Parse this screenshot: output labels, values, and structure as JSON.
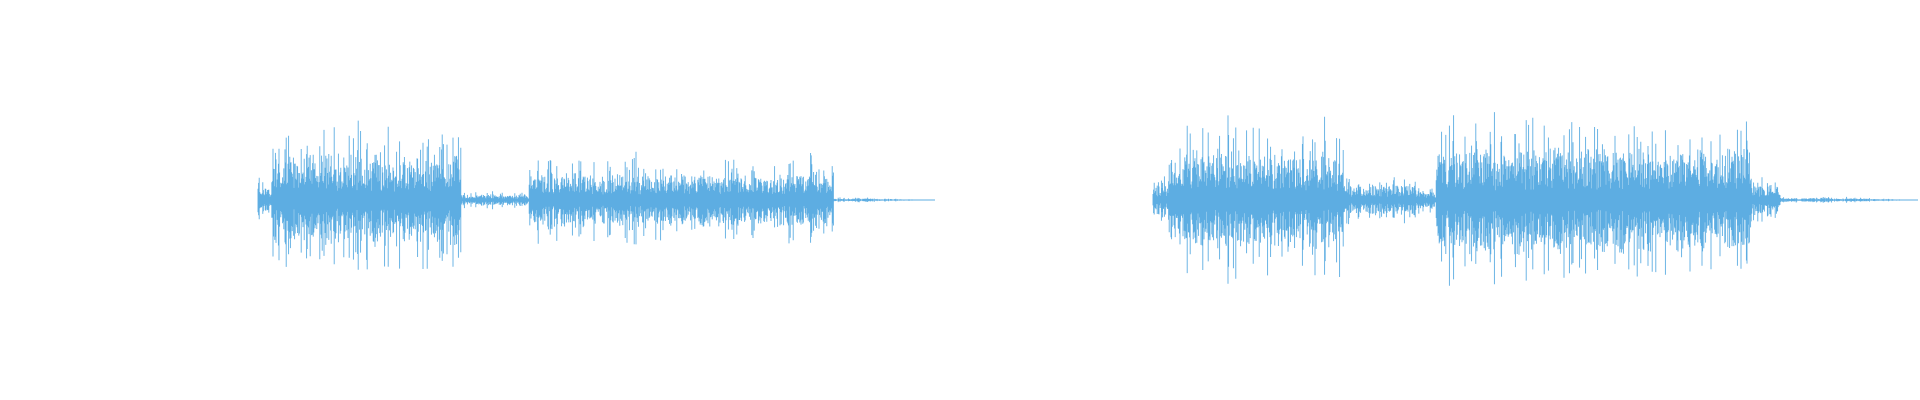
{
  "colors": {
    "background": "#ffffff",
    "waveform": "#5dade2"
  },
  "waveforms": [
    {
      "name": "waveform-left",
      "seed": 7,
      "duration_fraction": 0.58,
      "segments": [
        {
          "start": 0.0,
          "end": 0.02,
          "level": 0.25
        },
        {
          "start": 0.02,
          "end": 0.3,
          "level": 0.9
        },
        {
          "start": 0.3,
          "end": 0.4,
          "level": 0.12
        },
        {
          "start": 0.4,
          "end": 0.85,
          "level": 0.55
        },
        {
          "start": 0.85,
          "end": 1.0,
          "level": 0.03
        }
      ]
    },
    {
      "name": "waveform-right",
      "seed": 11,
      "duration_fraction": 0.64,
      "segments": [
        {
          "start": 0.0,
          "end": 0.02,
          "level": 0.3
        },
        {
          "start": 0.02,
          "end": 0.25,
          "level": 0.95
        },
        {
          "start": 0.25,
          "end": 0.35,
          "level": 0.3
        },
        {
          "start": 0.35,
          "end": 0.37,
          "level": 0.15
        },
        {
          "start": 0.37,
          "end": 0.78,
          "level": 1.0
        },
        {
          "start": 0.78,
          "end": 0.82,
          "level": 0.35
        },
        {
          "start": 0.82,
          "end": 1.0,
          "level": 0.04
        }
      ]
    }
  ]
}
